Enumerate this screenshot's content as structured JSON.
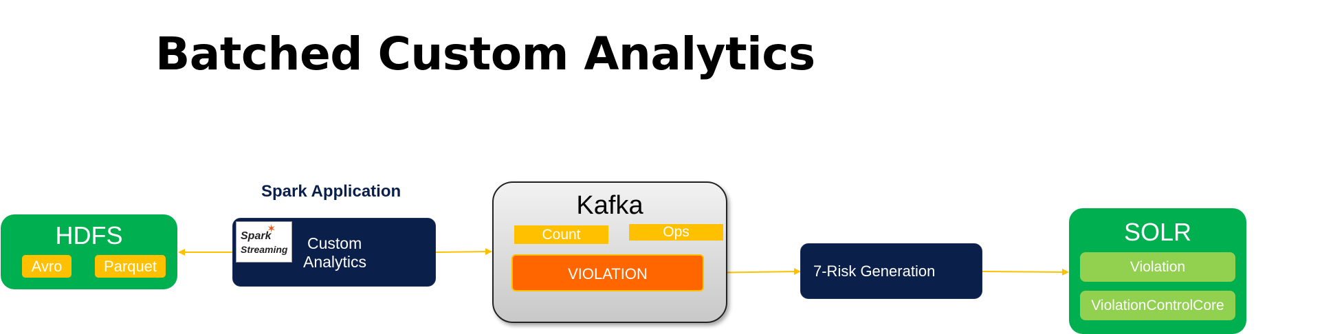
{
  "title": "Batched Custom Analytics",
  "hdfs": {
    "label": "HDFS",
    "items": [
      "Avro",
      "Parquet"
    ]
  },
  "spark": {
    "heading": "Spark Application",
    "logo_line1": "Spark",
    "logo_line2": "Streaming",
    "label_line1": "Custom",
    "label_line2": "Analytics"
  },
  "kafka": {
    "label": "Kafka",
    "topics": [
      "Count",
      "Ops"
    ],
    "violation": "VIOLATION"
  },
  "risk": {
    "label": "7-Risk Generation"
  },
  "solr": {
    "label": "SOLR",
    "items": [
      "Violation",
      "ViolationControlCore"
    ]
  },
  "colors": {
    "green": "#00b050",
    "navy": "#0a1f4a",
    "yellow": "#ffc000",
    "orange": "#ff6600",
    "light_green": "#92d050"
  }
}
